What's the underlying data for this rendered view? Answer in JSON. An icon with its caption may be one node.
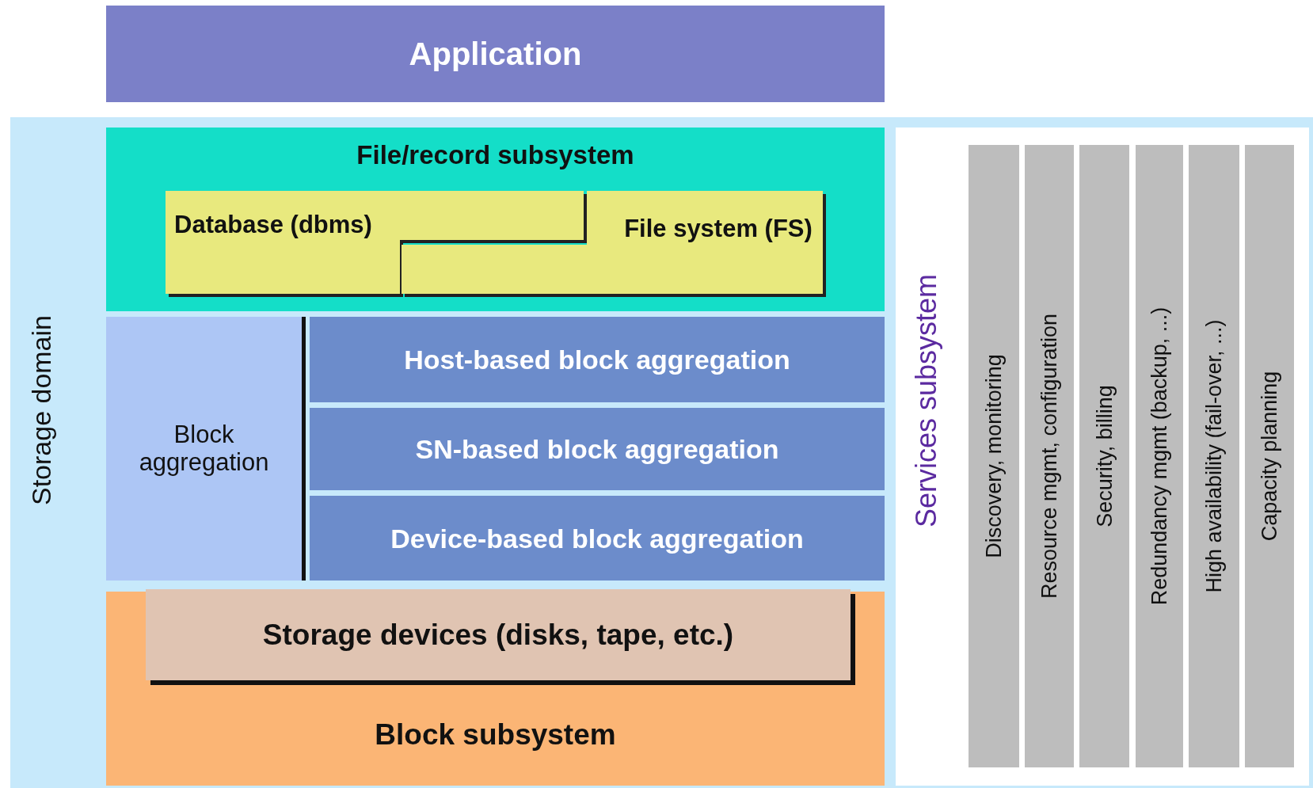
{
  "diagram": {
    "nodes": [
      {
        "text": [
          "Application"
        ]
      },
      {
        "text": [
          "Storage domain"
        ]
      },
      {
        "text": [
          "File/record subsystem"
        ],
        "in": 1
      },
      {
        "text": [
          "Database (dbms)"
        ],
        "in": 2
      },
      {
        "text": [
          "File system (FS)"
        ],
        "in": 2
      },
      {
        "text": [
          "Block aggregation"
        ],
        "in": 1
      },
      {
        "text": [
          "Host-based block aggregation"
        ],
        "in": 1
      },
      {
        "text": [
          "SN-based block aggregation"
        ],
        "in": 1
      },
      {
        "text": [
          "Device-based block aggregation"
        ],
        "in": 1
      },
      {
        "text": [
          "Block subsystem"
        ],
        "in": 1
      },
      {
        "text": [
          "Storage devices (disks, tape, etc.)"
        ],
        "in": 9
      },
      {
        "text": [
          "Services subsystem"
        ],
        "in": 1
      },
      {
        "text": [
          "Discovery, monitoring"
        ],
        "in": 11
      },
      {
        "text": [
          "Resource mgmt, configuration"
        ],
        "in": 11
      },
      {
        "text": [
          "Security, billing"
        ],
        "in": 11
      },
      {
        "text": [
          "Redundancy mgmt (backup, ...)"
        ],
        "in": 11
      },
      {
        "text": [
          "High availability (fail-over, ...)"
        ],
        "in": 11
      },
      {
        "text": [
          "Capacity planning"
        ],
        "in": 11
      }
    ]
  }
}
